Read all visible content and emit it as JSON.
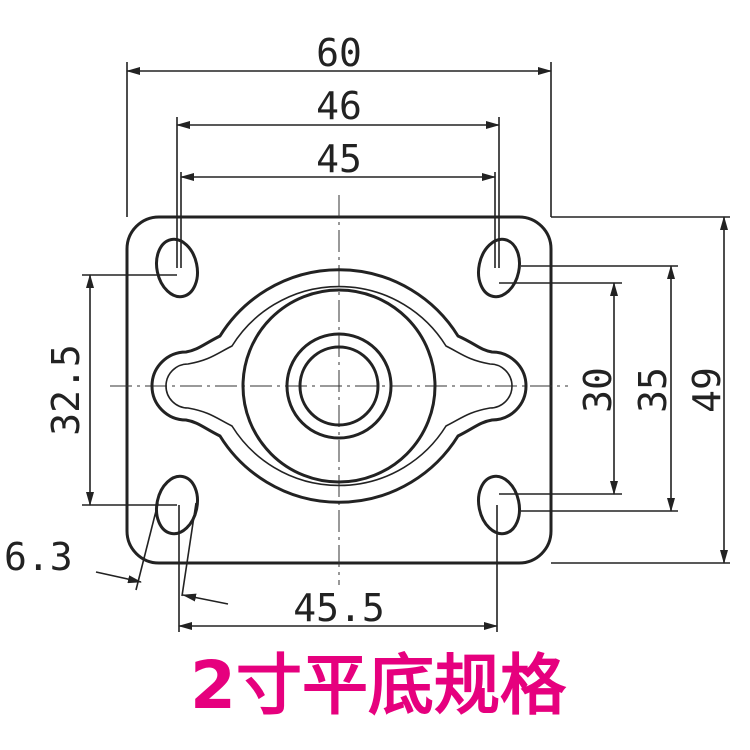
{
  "dimensions": {
    "width_overall": "60",
    "width_outer_holes": "46",
    "width_inner_holes": "45",
    "bottom_width": "45.5",
    "left_height": "32.5",
    "right_inner": "30",
    "right_middle": "35",
    "right_outer": "49",
    "slot_width": "6.3"
  },
  "caption": "2寸平底规格",
  "colors": {
    "caption": "#e6007e",
    "line": "#222222"
  }
}
